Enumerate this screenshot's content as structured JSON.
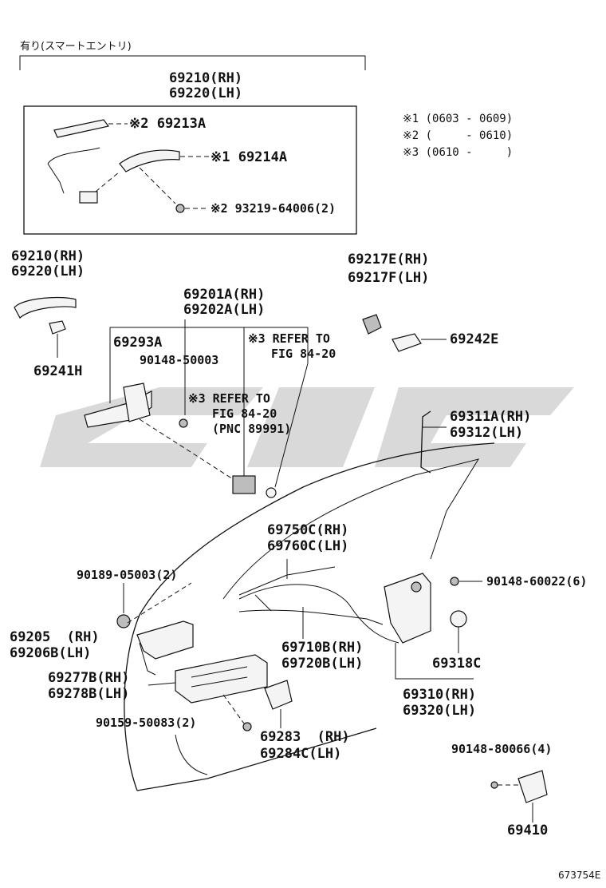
{
  "header": {
    "variant_label": "有り(スマートエントリ)"
  },
  "notes": [
    "※1 (0603 - 0609)",
    "※2 (     - 0610)",
    "※3 (0610 -     )"
  ],
  "watermark_color": "#d9d9d9",
  "labels": {
    "top_handle_rh": "69210(RH)",
    "top_handle_lh": "69220(LH)",
    "p69213a": "※2 69213A",
    "p69214a": "※1 69214A",
    "screw_top": "※2 93219-64006(2)",
    "handle_rh": "69210(RH)",
    "handle_lh": "69220(LH)",
    "p69241h": "69241H",
    "frame_rh": "69201A(RH)",
    "frame_lh": "69202A(LH)",
    "p69293a": "69293A",
    "bolt_50003": "90148-50003",
    "refer1_a": "※3 REFER TO",
    "refer1_b": "FIG 84-20",
    "refer2_a": "※3 REFER TO",
    "refer2_b": "FIG 84-20",
    "refer2_c": "(PNC 89991)",
    "cover_rh": "69217E(RH)",
    "cover_lh": "69217F(LH)",
    "p69242e": "69242E",
    "rod_rh": "69311A(RH)",
    "rod_lh": "69312(LH)",
    "cable_rh": "69750C(RH)",
    "cable_lh": "69760C(LH)",
    "clip_05003": "90189-05003(2)",
    "screw_60022": "90148-60022(6)",
    "inner_rh": "69205  (RH)",
    "inner_lh": "69206B(LH)",
    "cable2_rh": "69710B(RH)",
    "cable2_lh": "69720B(LH)",
    "p69318c": "69318C",
    "bezel_rh": "69277B(RH)",
    "bezel_lh": "69278B(LH)",
    "lock_rh": "69310(RH)",
    "lock_lh": "69320(LH)",
    "screw_50083": "90159-50083(2)",
    "cap_rh": "69283  (RH)",
    "cap_lh": "69284C(LH)",
    "screw_80066": "90148-80066(4)",
    "striker": "69410",
    "drawing_code": "673754E"
  }
}
